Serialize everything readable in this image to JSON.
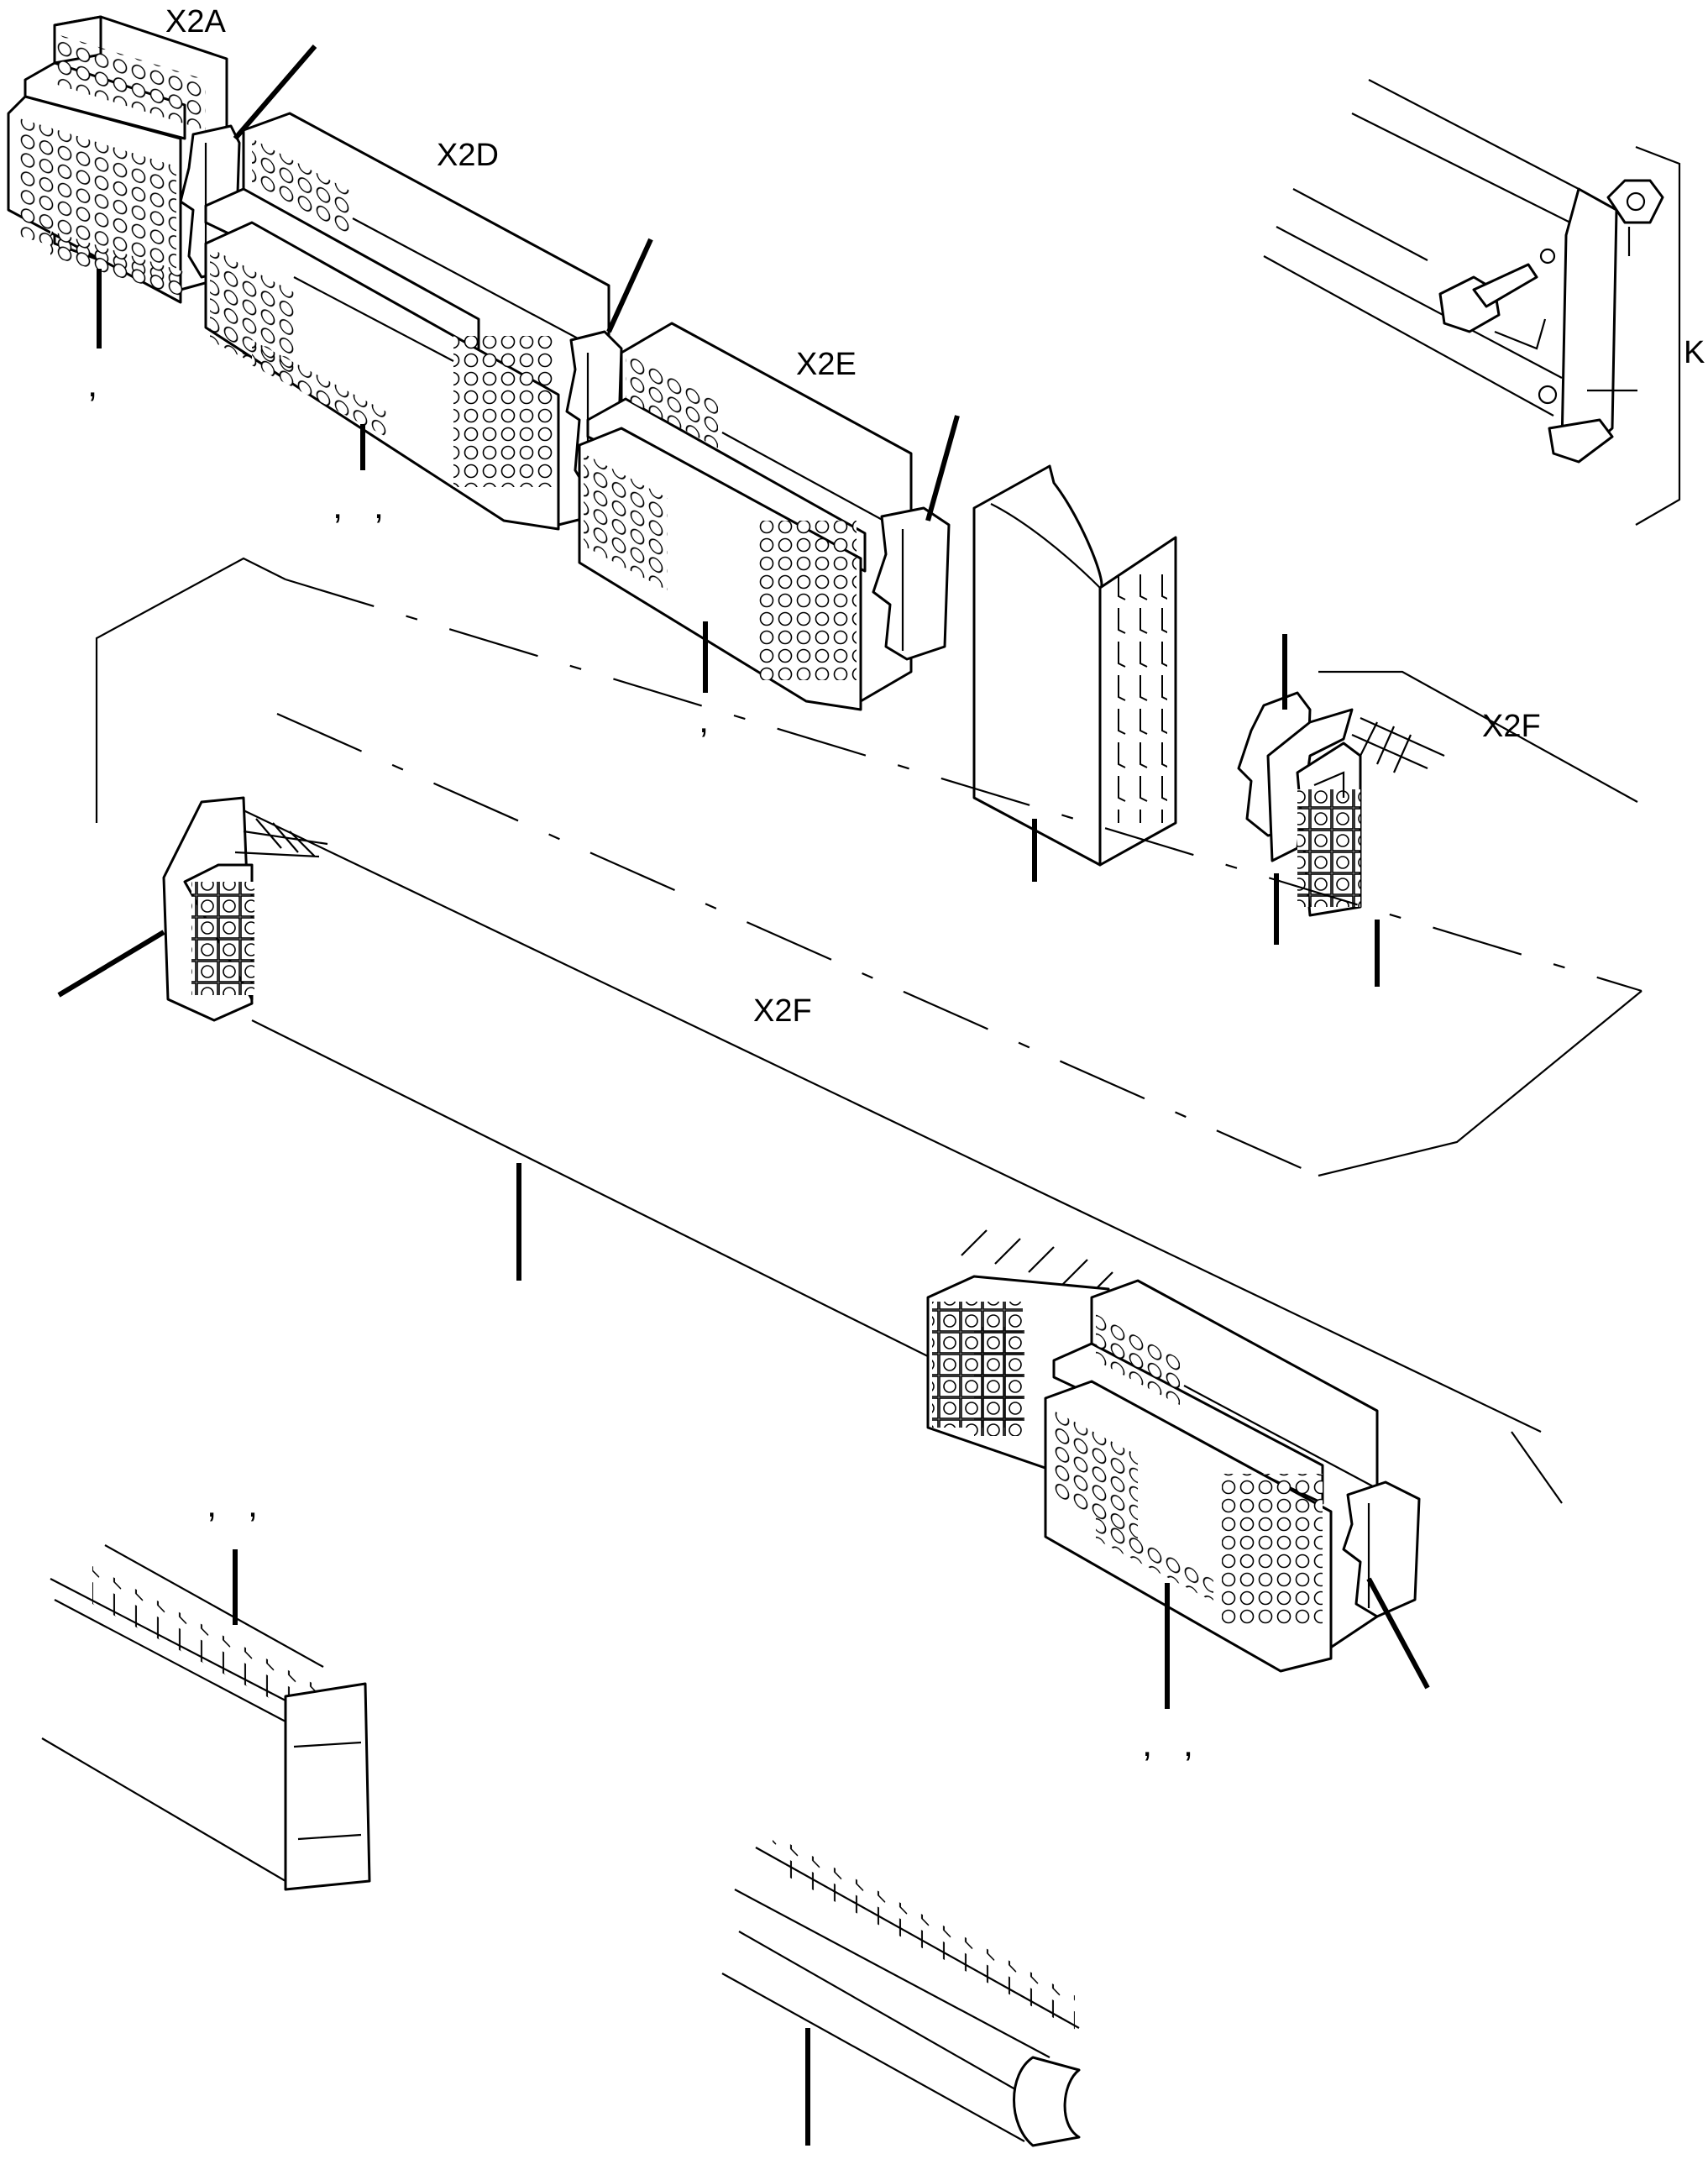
{
  "labels": {
    "x2a": "X2A",
    "x2d": "X2D",
    "x2e": "X2E",
    "x2f_upper": "X2F",
    "x2f_lower": "X2F",
    "k": "K"
  },
  "callout_marks": {
    "x2a_leader": ",",
    "x2d_leader": ",   ,",
    "x2e_leader": ",",
    "duct_leader": ",   ,",
    "lower_module_leader": ",   ,",
    "rail_leader": ","
  }
}
